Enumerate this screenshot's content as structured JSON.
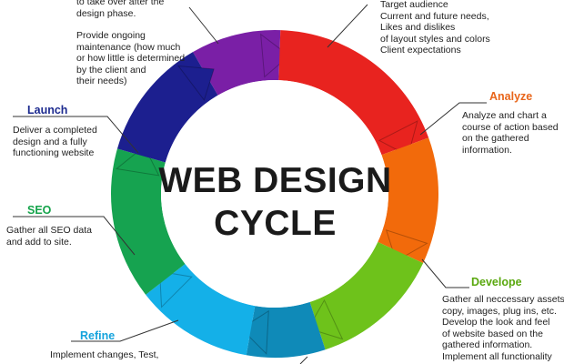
{
  "diagram": {
    "title_lines": [
      "WEB DESIGN",
      "CYCLE"
    ],
    "colors": {
      "purple": "#7a1fa6",
      "red": "#e8231f",
      "orange": "#f26a0b",
      "green": "#6ec21b",
      "teal": "#0f8ab8",
      "cyan": "#14b0e8",
      "dark_green": "#16a350",
      "navy": "#1c1f8f",
      "analyze_title": "#e8651a",
      "develope_title": "#5aa80f",
      "launch_title": "#1c2a8f",
      "seo_title": "#14a34a",
      "refine_title": "#14a3dc"
    },
    "stages": {
      "maintenance": {
        "lines": [
          "to take over after the",
          "design phase.",
          "",
          "Provide ongoing",
          "maintenance (how much",
          "or how little is determined",
          "by the client and",
          "their needs)"
        ]
      },
      "research": {
        "lines": [
          "Target audience",
          "Current and future needs,",
          "Likes and dislikes",
          "of layout styles and colors",
          "Client expectations"
        ]
      },
      "analyze": {
        "title": "Analyze",
        "lines": [
          "Analyze and chart a",
          "course of action based",
          "on the gathered",
          "information."
        ]
      },
      "launch": {
        "title": "Launch",
        "lines": [
          "Deliver a completed",
          "design and a fully",
          "functioning website"
        ]
      },
      "seo": {
        "title": "SEO",
        "lines": [
          "Gather all SEO data",
          "and add to site."
        ]
      },
      "develope": {
        "title": "Develope",
        "lines": [
          "Gather all neccessary assets;",
          "copy, images, plug ins, etc.",
          "Develop the look and feel",
          "of website based on the",
          "gathered information.",
          "Implement all functionality"
        ]
      },
      "refine": {
        "title": "Refine",
        "lines": [
          "Implement changes, Test,"
        ]
      }
    }
  }
}
